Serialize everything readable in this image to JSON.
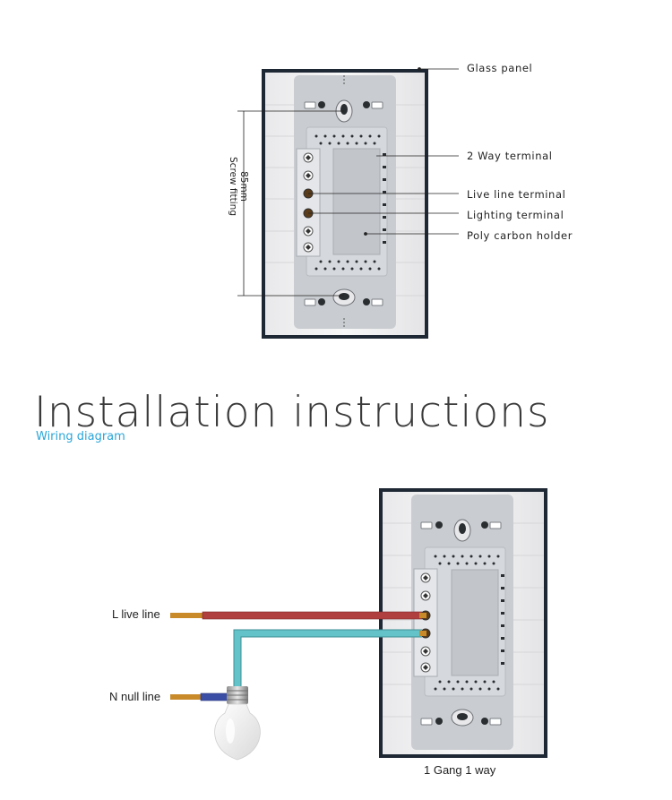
{
  "top_diagram": {
    "labels": {
      "glass_panel": "Glass panel",
      "two_way_terminal": "2 Way terminal",
      "live_line_terminal": "Live line terminal",
      "lighting_terminal": "Lighting terminal",
      "poly_carbon_holder": "Poly carbon holder"
    },
    "dimension": {
      "value": "85mm",
      "label": "Screw fitting"
    }
  },
  "section": {
    "title": "Installation instructions",
    "subtitle": "Wiring diagram"
  },
  "wiring": {
    "live_label": "L live line",
    "null_label": "N null line",
    "caption": "1 Gang 1 way",
    "colors": {
      "live_wire": "#b0403f",
      "lamp_wire": "#58b9c0",
      "null_wire": "#3b4ea6",
      "copper": "#c98a2a",
      "panel_frame": "#1e2734",
      "accent": "#2aa6d9"
    }
  }
}
